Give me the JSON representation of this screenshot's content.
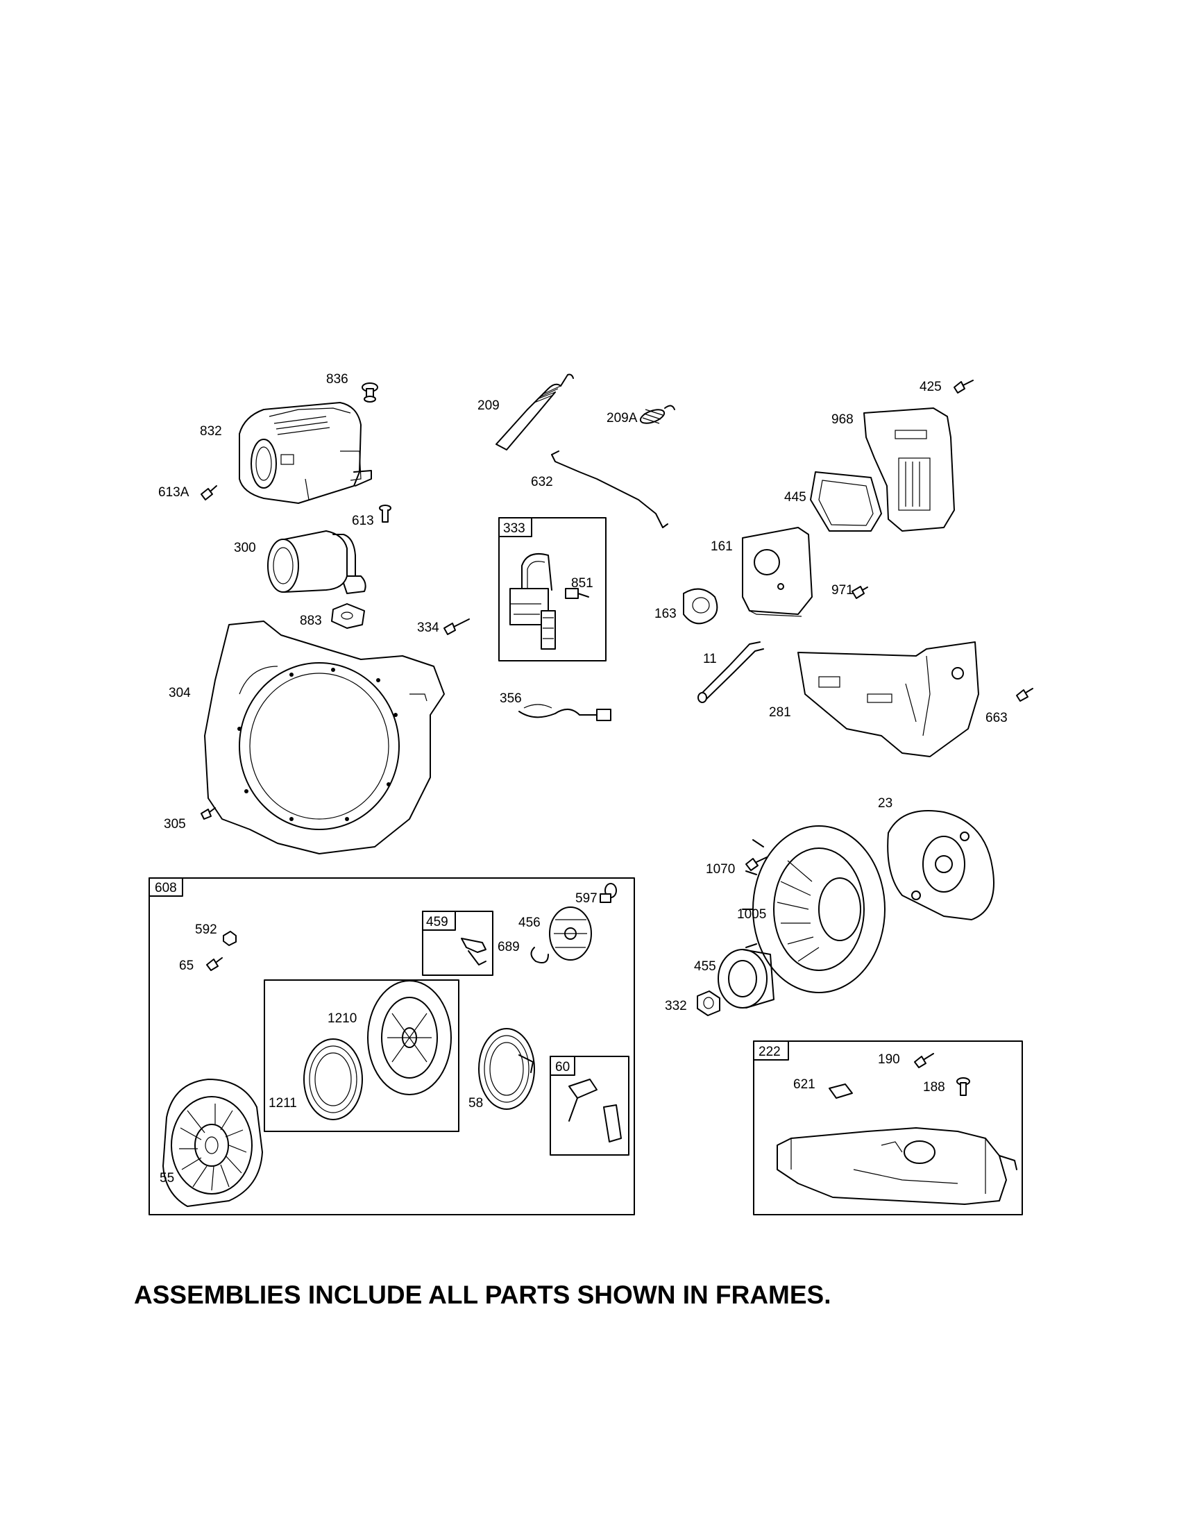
{
  "part_labels": {
    "p836": "836",
    "p832": "832",
    "p613A": "613A",
    "p613": "613",
    "p300": "300",
    "p883": "883",
    "p334": "334",
    "p304": "304",
    "p305": "305",
    "p209": "209",
    "p209A": "209A",
    "p632": "632",
    "p851": "851",
    "p356": "356",
    "p425": "425",
    "p968": "968",
    "p445": "445",
    "p161": "161",
    "p971": "971",
    "p163": "163",
    "p11": "11",
    "p281": "281",
    "p663": "663",
    "p23": "23",
    "p1070": "1070",
    "p1005": "1005",
    "p455": "455",
    "p332": "332",
    "p592": "592",
    "p65": "65",
    "p597": "597",
    "p456": "456",
    "p689": "689",
    "p1210": "1210",
    "p1211": "1211",
    "p58": "58",
    "p55": "55",
    "p190": "190",
    "p621": "621",
    "p188": "188"
  },
  "frames": {
    "f608": "608",
    "f333": "333",
    "f459": "459",
    "f60": "60",
    "f222": "222"
  },
  "footer_note": "ASSEMBLIES INCLUDE ALL PARTS SHOWN IN FRAMES."
}
